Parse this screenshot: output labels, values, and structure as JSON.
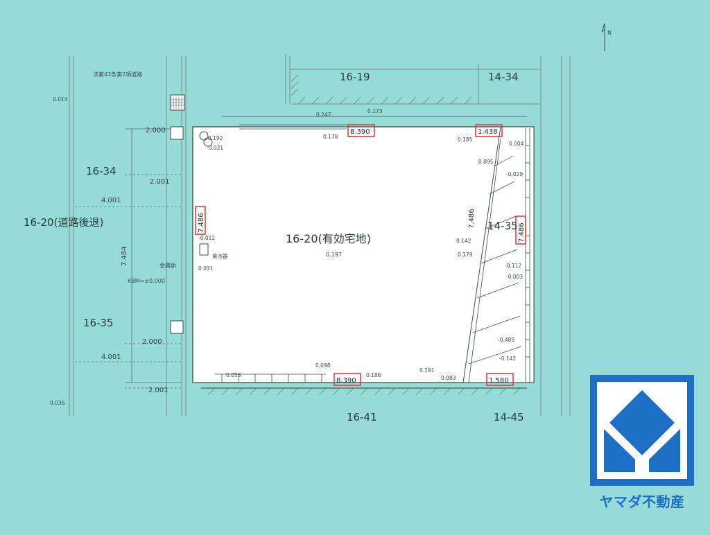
{
  "lots": {
    "main": "16-20(有効宅地)",
    "main_sub": "0.197",
    "north_a": "16-19",
    "north_b": "14-34",
    "west_a": "16-34",
    "west_b": "16-35",
    "west_road": "16-20(道路後退)",
    "east": "14-35",
    "south_a": "16-41",
    "south_b": "14-45",
    "road_title": "法第42条第2項道路"
  },
  "dimensions": {
    "top_length": "8.390",
    "bottom_length": "8.390",
    "west_length": "7.486",
    "east_length": "7.486",
    "northeast_short": "1.438",
    "southeast_short": "1.580",
    "west_offset_1": "2.000",
    "west_offset_2": "2.001",
    "west_offset_3": "4.001",
    "west_offset_4": "2.000",
    "west_offset_5": "4.001",
    "west_offset_6": "2.001",
    "west_overall": "7.484",
    "east_overall": "7.486"
  },
  "annotations": {
    "kbm": "KBM=±0.000",
    "meter": "量水器",
    "kbm_marker": "金属鋲",
    "n1": "0.178",
    "n2": "0.185",
    "n3": "0.142",
    "n4": "0.179",
    "n5": "0.098",
    "n6": "0.186",
    "n7": "0.191",
    "n8": "0.083",
    "n9": "-0.012",
    "n10": "0.031",
    "n11": "0.192",
    "n12": "-0.021",
    "n13": "0.247",
    "n14": "0.173",
    "n15": "-0.485",
    "n16": "-0.142",
    "n17": "-0.112",
    "n18": "-0.029",
    "n19": "-0.003",
    "n20": "0.004",
    "n21": "0.895",
    "n22": "0.053",
    "n23": "0.036",
    "n24": "0.014"
  },
  "logo": {
    "caption": "ヤマダ不動産",
    "color": "#1c6fc4"
  },
  "north_arrow": "N"
}
